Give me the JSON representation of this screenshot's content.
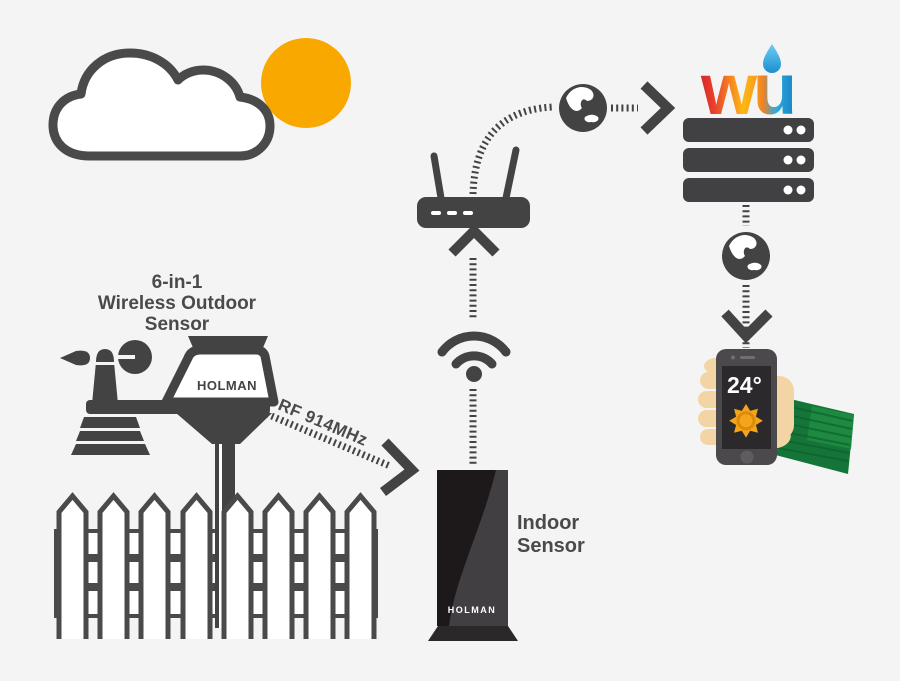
{
  "colors": {
    "background": "#F4F4F4",
    "ink": "#434343",
    "label_text": "#4A4A4A",
    "sun": "#F9A800",
    "phone_sun": "#F3A51C",
    "phone_sun_ring": "#DB8B07",
    "sleeve_green": "#157539",
    "sleeve_green_light": "#1E8A41",
    "skin": "#F3D5A5",
    "wu_red": "#D7262C",
    "wu_orange": "#F7941D",
    "wu_yellow": "#FDB813",
    "wu_blue": "#29ABE2",
    "server_gray": "#414042",
    "phone_body": "#4B494C",
    "phone_screen": "#2B292C"
  },
  "outdoor_station": {
    "label": [
      "6-in-1",
      "Wireless Outdoor",
      "Sensor"
    ],
    "brand": "HOLMAN",
    "rf_link_label": "RF 914MHz"
  },
  "indoor_sensor": {
    "label": [
      "Indoor",
      "Sensor"
    ],
    "brand": "HOLMAN"
  },
  "cloud_service": {
    "logo_text": "wu"
  },
  "phone": {
    "temperature": "24°"
  },
  "icons": {
    "sun": "filled-circle",
    "cloud": "outlined-cloud",
    "wind-vane": "left-pointer",
    "anemometer": "cup-circle",
    "fence": "picket-fence",
    "wifi": "signal-arcs-and-dot",
    "router": "box-with-antennas",
    "globe": "dark-globe-white-continents",
    "server": "three-bar-rack",
    "water-drop": "teardrop",
    "weather-sun": "8-point-star",
    "hand": "hand-with-green-sleeve",
    "arrow": "hatched-ribbon-with-chevron"
  }
}
